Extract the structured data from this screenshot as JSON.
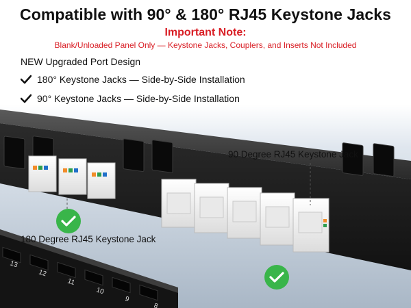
{
  "header": {
    "title": "Compatible with 90° & 180° RJ45 Keystone Jacks",
    "note_title": "Important Note:",
    "note_text": "Blank/Unloaded Panel Only — Keystone Jacks, Couplers, and Inserts Not Included",
    "design_heading": "NEW Upgraded Port Design",
    "features": [
      "180° Keystone Jacks — Side-by-Side Installation",
      "90° Keystone Jacks — Side-by-Side Installation"
    ]
  },
  "callouts": {
    "jack_90": "90 Degree RJ45 Keystone Jack",
    "jack_180": "180 Degree RJ45 Keystone Jack"
  },
  "port_numbers": [
    "13",
    "12",
    "11",
    "10",
    "9",
    "8"
  ],
  "colors": {
    "title": "#111111",
    "note": "#d91f26",
    "check_badge": "#39b54a",
    "panel": "#1b1b1b",
    "jack": "#f4f4f4"
  },
  "icons": {
    "feature_check": "checkmark-icon",
    "ok_badge": "check-circle-icon"
  }
}
